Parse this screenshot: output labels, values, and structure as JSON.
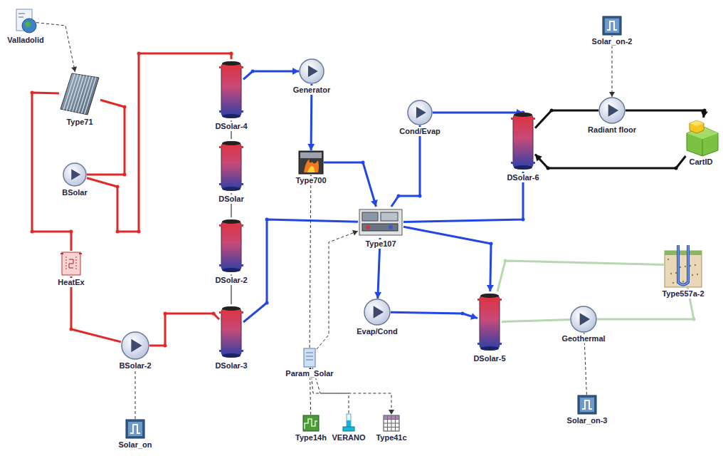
{
  "diagram": {
    "nodes": [
      {
        "text": [
          "Valladolid"
        ]
      },
      {
        "text": [
          "Type71"
        ]
      },
      {
        "text": [
          "BSolar"
        ]
      },
      {
        "text": [
          "HeatEx"
        ]
      },
      {
        "text": [
          "BSolar-2"
        ]
      },
      {
        "text": [
          "Solar_on"
        ]
      },
      {
        "text": [
          "DSolar-4"
        ]
      },
      {
        "text": [
          "DSolar"
        ]
      },
      {
        "text": [
          "DSolar-2"
        ]
      },
      {
        "text": [
          "DSolar-3"
        ]
      },
      {
        "text": [
          "Generator"
        ]
      },
      {
        "text": [
          "Type700"
        ]
      },
      {
        "text": [
          "Type107"
        ]
      },
      {
        "text": [
          "Cond/Evap"
        ]
      },
      {
        "text": [
          "Evap/Cond"
        ]
      },
      {
        "text": [
          "Param_Solar"
        ]
      },
      {
        "text": [
          "Type14h"
        ]
      },
      {
        "text": [
          "VERANO"
        ]
      },
      {
        "text": [
          "Type41c"
        ]
      },
      {
        "text": [
          "DSolar-6"
        ]
      },
      {
        "text": [
          "Solar_on-2"
        ]
      },
      {
        "text": [
          "Radiant floor"
        ]
      },
      {
        "text": [
          "CartID"
        ]
      },
      {
        "text": [
          "DSolar-5"
        ]
      },
      {
        "text": [
          "Geothermal"
        ]
      },
      {
        "text": [
          "Solar_on-3"
        ]
      },
      {
        "text": [
          "Type557a-2"
        ]
      }
    ],
    "edges": [
      {
        "from": 0,
        "to": 1,
        "arrow": "to"
      },
      {
        "from": 1,
        "to": 2,
        "arrow": "none"
      },
      {
        "from": 3,
        "to": 1,
        "arrow": "none"
      },
      {
        "from": 2,
        "to": 6,
        "arrow": "none"
      },
      {
        "from": 4,
        "to": 3,
        "arrow": "none"
      },
      {
        "from": 4,
        "to": 9,
        "arrow": "none"
      },
      {
        "from": 5,
        "to": 4,
        "arrow": "none"
      },
      {
        "from": 6,
        "to": 7,
        "arrow": "none"
      },
      {
        "from": 7,
        "to": 8,
        "arrow": "none"
      },
      {
        "from": 8,
        "to": 9,
        "arrow": "none"
      },
      {
        "from": 6,
        "to": 10,
        "arrow": "to"
      },
      {
        "from": 10,
        "to": 11,
        "arrow": "to"
      },
      {
        "from": 11,
        "to": 12,
        "arrow": "to"
      },
      {
        "from": 12,
        "to": 13,
        "arrow": "to"
      },
      {
        "from": 13,
        "to": 19,
        "arrow": "to"
      },
      {
        "from": 19,
        "to": 21,
        "arrow": "none"
      },
      {
        "from": 21,
        "to": 22,
        "arrow": "to"
      },
      {
        "from": 22,
        "to": 19,
        "arrow": "to"
      },
      {
        "from": 20,
        "to": 21,
        "arrow": "to"
      },
      {
        "from": 9,
        "to": 12,
        "arrow": "none"
      },
      {
        "from": 12,
        "to": 19,
        "arrow": "to"
      },
      {
        "from": 12,
        "to": 14,
        "arrow": "to"
      },
      {
        "from": 14,
        "to": 23,
        "arrow": "to"
      },
      {
        "from": 12,
        "to": 23,
        "arrow": "to"
      },
      {
        "from": 23,
        "to": 24,
        "arrow": "none"
      },
      {
        "from": 24,
        "to": 26,
        "arrow": "none"
      },
      {
        "from": 26,
        "to": 23,
        "arrow": "none"
      },
      {
        "from": 25,
        "to": 24,
        "arrow": "none"
      },
      {
        "from": 15,
        "to": 11,
        "arrow": "to"
      },
      {
        "from": 15,
        "to": 12,
        "arrow": "to"
      },
      {
        "from": 16,
        "to": 15,
        "arrow": "to"
      },
      {
        "from": 17,
        "to": 15,
        "arrow": "to"
      },
      {
        "from": 15,
        "to": 18,
        "arrow": "to"
      }
    ]
  }
}
